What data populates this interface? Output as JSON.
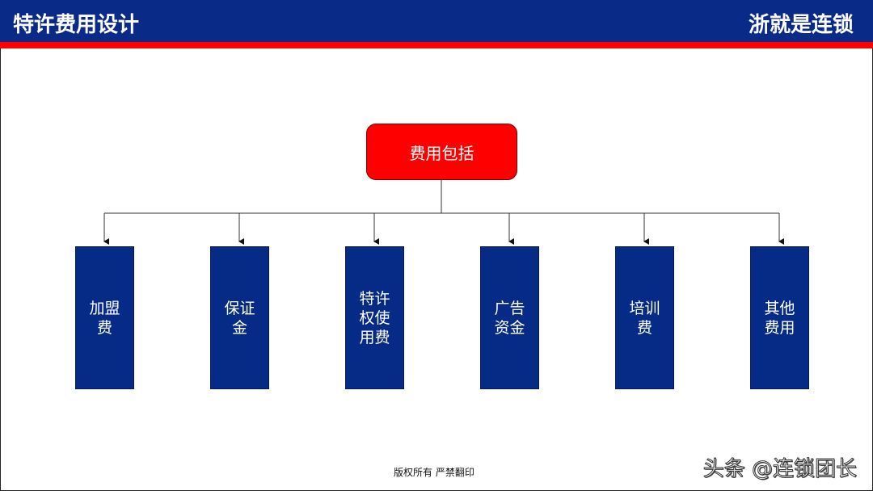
{
  "header": {
    "title": "特许费用设计",
    "brand": "浙就是连锁",
    "colors": {
      "bar": "#0a2a87",
      "stripe": "#ff0000"
    }
  },
  "diagram": {
    "root": {
      "label": "费用包括",
      "color": "#fe0000"
    },
    "children": [
      {
        "label": "加盟费"
      },
      {
        "label": "保证金"
      },
      {
        "label": "特许权使用费"
      },
      {
        "label": "广告资金"
      },
      {
        "label": "培训费"
      },
      {
        "label": "其他费用"
      }
    ],
    "child_color": "#062b86"
  },
  "footer": {
    "copyright": "版权所有  严禁翻印",
    "watermark": "头条 @连锁团长"
  }
}
